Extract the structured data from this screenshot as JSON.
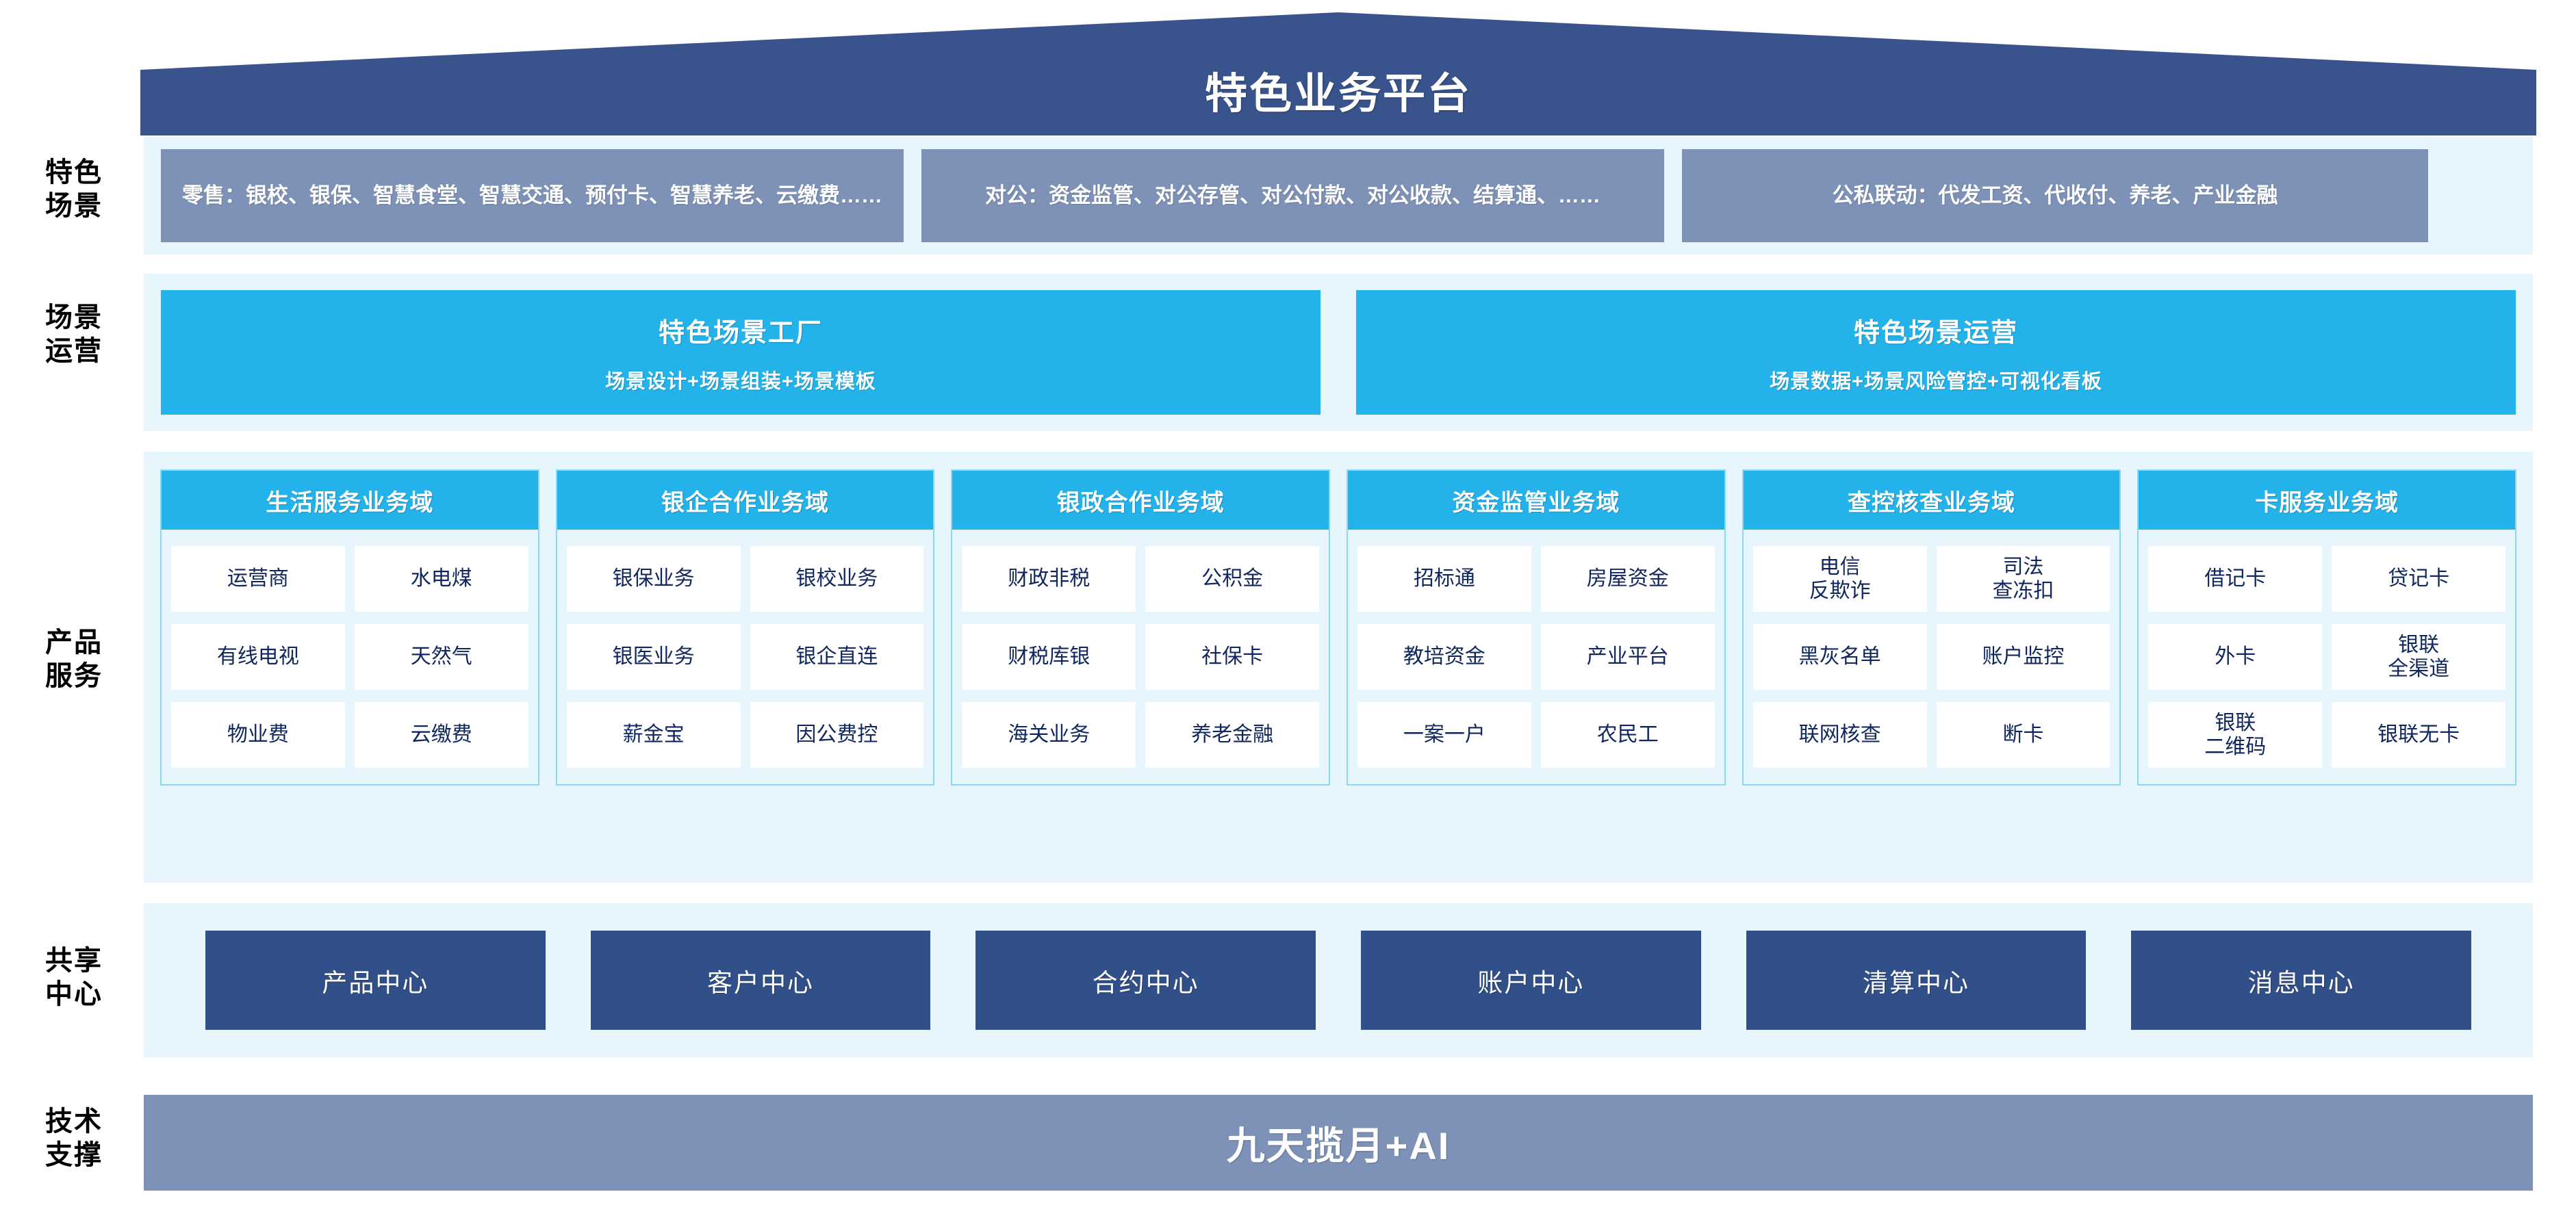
{
  "header": {
    "title": "特色业务平台",
    "roof_color": "#39538c"
  },
  "rail_labels": {
    "scenario": "特色\n场景",
    "operation": "场景\n运营",
    "product": "产品\n服务",
    "shared": "共享\n中心",
    "tech": "技术\n支撑"
  },
  "scenarios": {
    "band_color": "#e7f6fd",
    "box_color": "#7e92b8",
    "items": [
      {
        "text": "零售：银校、银保、智慧食堂、智慧交通、预付卡、智慧养老、云缴费……"
      },
      {
        "text": "对公：资金监管、对公存管、对公付款、对公收款、结算通、……"
      },
      {
        "text": "公私联动：代发工资、代收付、养老、产业金融"
      }
    ]
  },
  "operations": {
    "box_color": "#23b2ea",
    "items": [
      {
        "title": "特色场景工厂",
        "subtitle": "场景设计+场景组装+场景模板"
      },
      {
        "title": "特色场景运营",
        "subtitle": "场景数据+场景风险管控+可视化看板"
      }
    ]
  },
  "products": {
    "head_color": "#23b2ea",
    "cell_text_color": "#10265e",
    "domains": [
      {
        "title": "生活服务业务域",
        "cells": [
          "运营商",
          "水电煤",
          "有线电视",
          "天然气",
          "物业费",
          "云缴费"
        ]
      },
      {
        "title": "银企合作业务域",
        "cells": [
          "银保业务",
          "银校业务",
          "银医业务",
          "银企直连",
          "薪金宝",
          "因公费控"
        ]
      },
      {
        "title": "银政合作业务域",
        "cells": [
          "财政非税",
          "公积金",
          "财税库银",
          "社保卡",
          "海关业务",
          "养老金融"
        ]
      },
      {
        "title": "资金监管业务域",
        "cells": [
          "招标通",
          "房屋资金",
          "教培资金",
          "产业平台",
          "一案一户",
          "农民工"
        ]
      },
      {
        "title": "查控核查业务域",
        "cells": [
          "电信\n反欺诈",
          "司法\n查冻扣",
          "黑灰名单",
          "账户监控",
          "联网核查",
          "断卡"
        ]
      },
      {
        "title": "卡服务业务域",
        "cells": [
          "借记卡",
          "贷记卡",
          "外卡",
          "银联\n全渠道",
          "银联\n二维码",
          "银联无卡"
        ]
      }
    ]
  },
  "shared_centers": {
    "box_color": "#314f88",
    "items": [
      "产品中心",
      "客户中心",
      "合约中心",
      "账户中心",
      "清算中心",
      "消息中心"
    ]
  },
  "tech_support": {
    "label": "九天揽月+AI",
    "bar_color": "#7e92b8"
  }
}
